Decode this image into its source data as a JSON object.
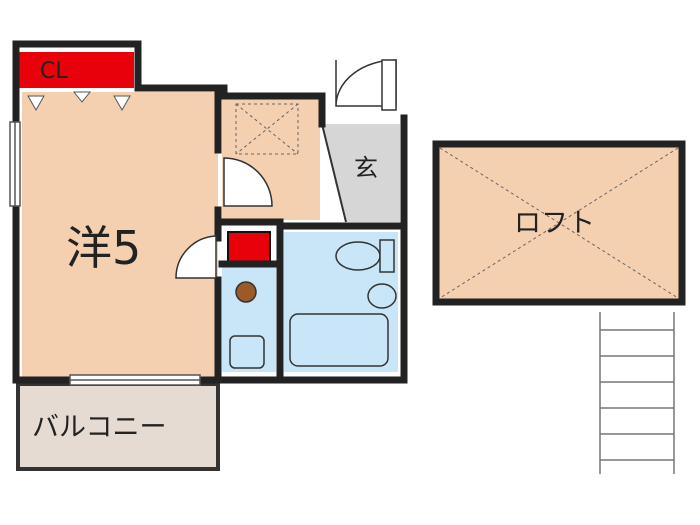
{
  "rooms": {
    "closet_label": "CL",
    "western_room_label": "洋5",
    "entrance_label": "玄",
    "balcony_label": "バルコニー",
    "loft_label": "ロフト"
  },
  "colors": {
    "room_fill": "#f4cfb0",
    "wet_area_fill": "#c8e6f7",
    "entrance_fill": "#d6d6d6",
    "balcony_fill": "#e6dbd2",
    "closet_fill": "#e8000b",
    "wall": "#222222"
  }
}
